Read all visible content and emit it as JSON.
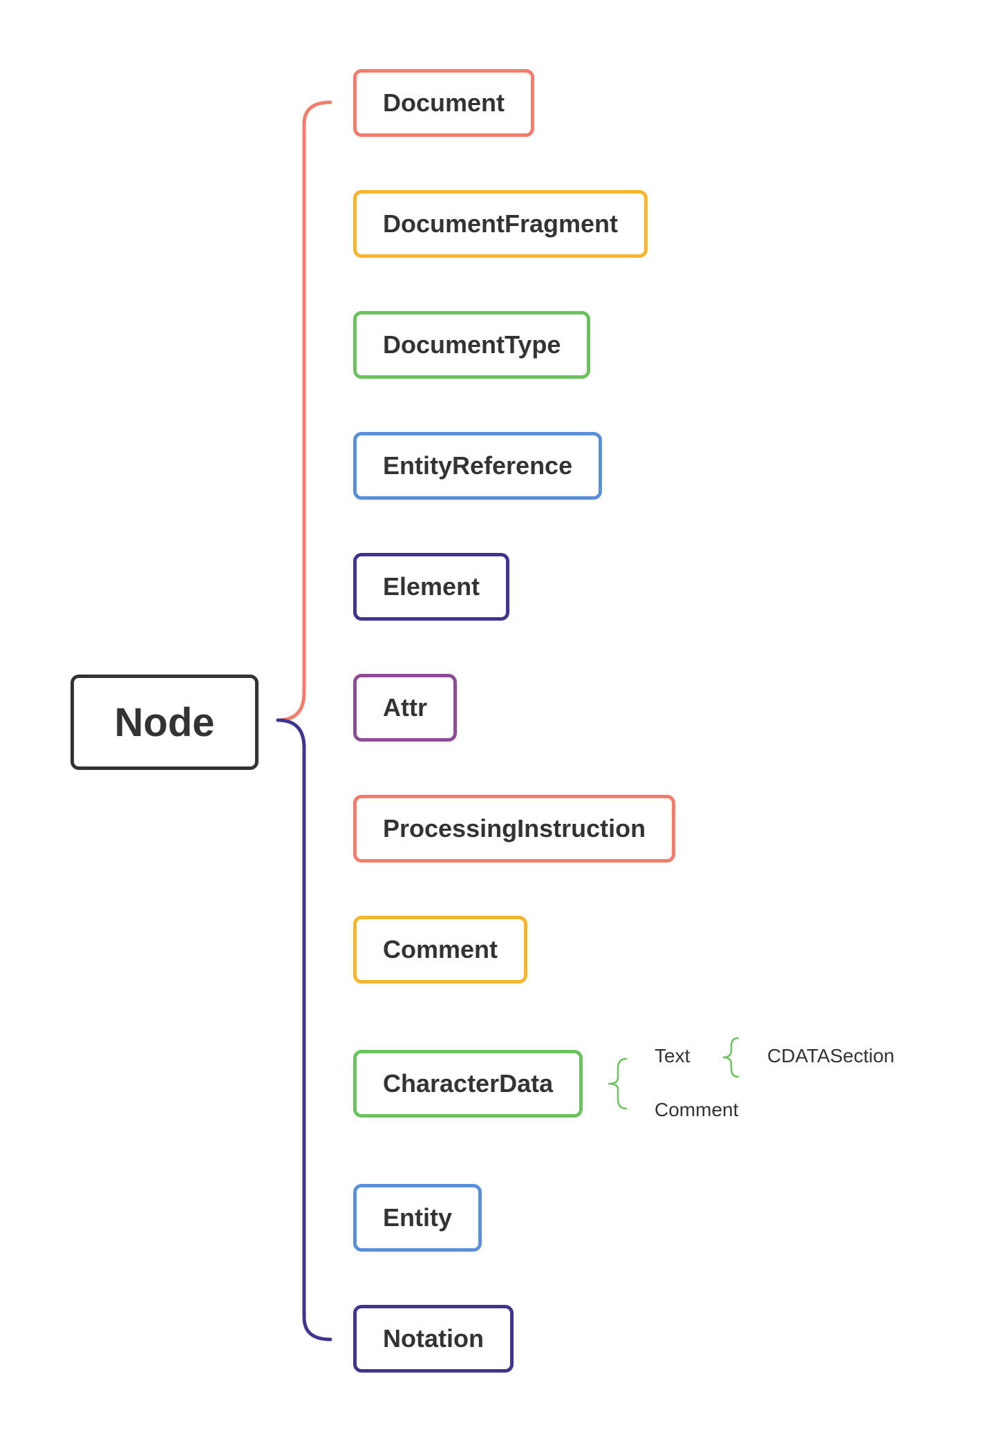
{
  "root": {
    "label": "Node",
    "color": "#333333"
  },
  "children": [
    {
      "label": "Document",
      "color": "#F57B6A"
    },
    {
      "label": "DocumentFragment",
      "color": "#F8B52C"
    },
    {
      "label": "DocumentType",
      "color": "#6CC25C"
    },
    {
      "label": "EntityReference",
      "color": "#5A8FDA"
    },
    {
      "label": "Element",
      "color": "#3F3490"
    },
    {
      "label": "Attr",
      "color": "#8E4C96"
    },
    {
      "label": "ProcessingInstruction",
      "color": "#F57B6A"
    },
    {
      "label": "Comment",
      "color": "#F8B52C"
    },
    {
      "label": "CharacterData",
      "color": "#6CC25C"
    },
    {
      "label": "Entity",
      "color": "#5A8FDA"
    },
    {
      "label": "Notation",
      "color": "#3F3490"
    }
  ],
  "character_data_children": [
    {
      "label": "Text",
      "children": [
        {
          "label": "CDATASection"
        }
      ]
    },
    {
      "label": "Comment"
    }
  ],
  "connector_colors": {
    "upper": "#F57B6A",
    "lower": "#3F3490",
    "sub": "#6CC25C"
  }
}
